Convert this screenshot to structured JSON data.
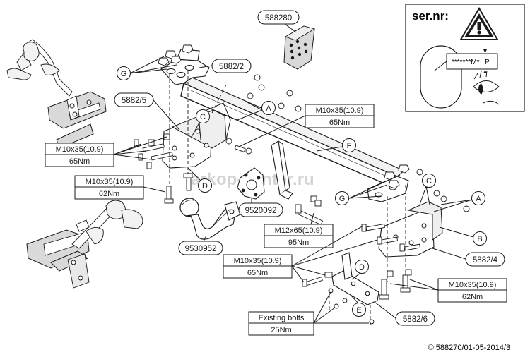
{
  "watermark": "farkop-center.ru",
  "copyright": "© 588270/01-05-2014/3",
  "serial_box": {
    "title": "ser.nr:",
    "plate_text": "*******M*",
    "plate_letter": "P"
  },
  "parts": {
    "p588280": "588280",
    "p5882_2": "5882/2",
    "p5882_5": "5882/5",
    "p9520092": "9520092",
    "p9530952": "9530952",
    "p5882_4": "5882/4",
    "p5882_6": "5882/6"
  },
  "letters": {
    "g_top": "G",
    "c_left": "C",
    "d_left": "D",
    "a_top": "A",
    "f": "F",
    "g_right": "G",
    "c_right": "C",
    "a_right": "A",
    "b": "B",
    "d_bottom": "D",
    "e": "E"
  },
  "torques": {
    "t1": {
      "bolt": "M10x35(10.9)",
      "torque": "65Nm"
    },
    "t2": {
      "bolt": "M10x35(10.9)",
      "torque": "65Nm"
    },
    "t3": {
      "bolt": "M10x35(10.9)",
      "torque": "62Nm"
    },
    "t4": {
      "bolt": "M12x65(10.9)",
      "torque": "95Nm"
    },
    "t5": {
      "bolt": "M10x35(10.9)",
      "torque": "65Nm"
    },
    "t6": {
      "bolt": "M10x35(10.9)",
      "torque": "62Nm"
    },
    "t7": {
      "bolt": "Existing bolts",
      "torque": "25Nm"
    }
  }
}
